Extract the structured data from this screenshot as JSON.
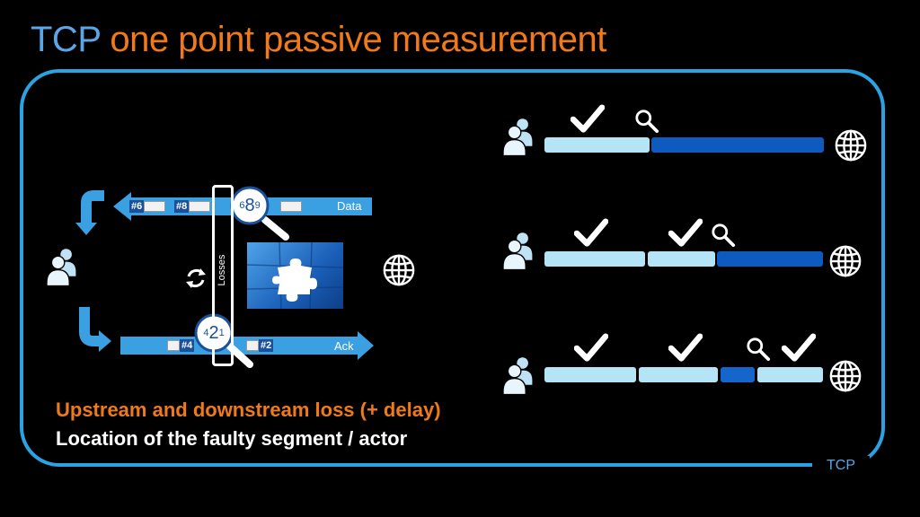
{
  "title": {
    "prefix": "TCP",
    "main": "one point passive measurement"
  },
  "footer_tag": "TCP",
  "diagram": {
    "data_arrow": {
      "label": "Data",
      "chips": [
        "#6",
        "#8"
      ],
      "lens_digits": [
        "6",
        "8",
        "9"
      ]
    },
    "ack_arrow": {
      "label": "Ack",
      "chips": [
        "#4",
        "#2"
      ],
      "lens_digits": [
        "4",
        "2",
        "1"
      ]
    },
    "losses_label": "Losses"
  },
  "notes": {
    "line1": "Upstream and downstream loss (+ delay)",
    "line2": "Location of the faulty segment / actor"
  },
  "colors": {
    "title_blue": "#5aa6e6",
    "accent_orange": "#f07a1a",
    "frame_blue": "#2aa3e4",
    "segment_light": "#b5e4f6",
    "segment_dark": "#0d5bbf"
  },
  "icons": [
    "user-icon",
    "globe-icon",
    "check-icon",
    "magnifier-icon",
    "refresh-icon",
    "puzzle-image"
  ]
}
